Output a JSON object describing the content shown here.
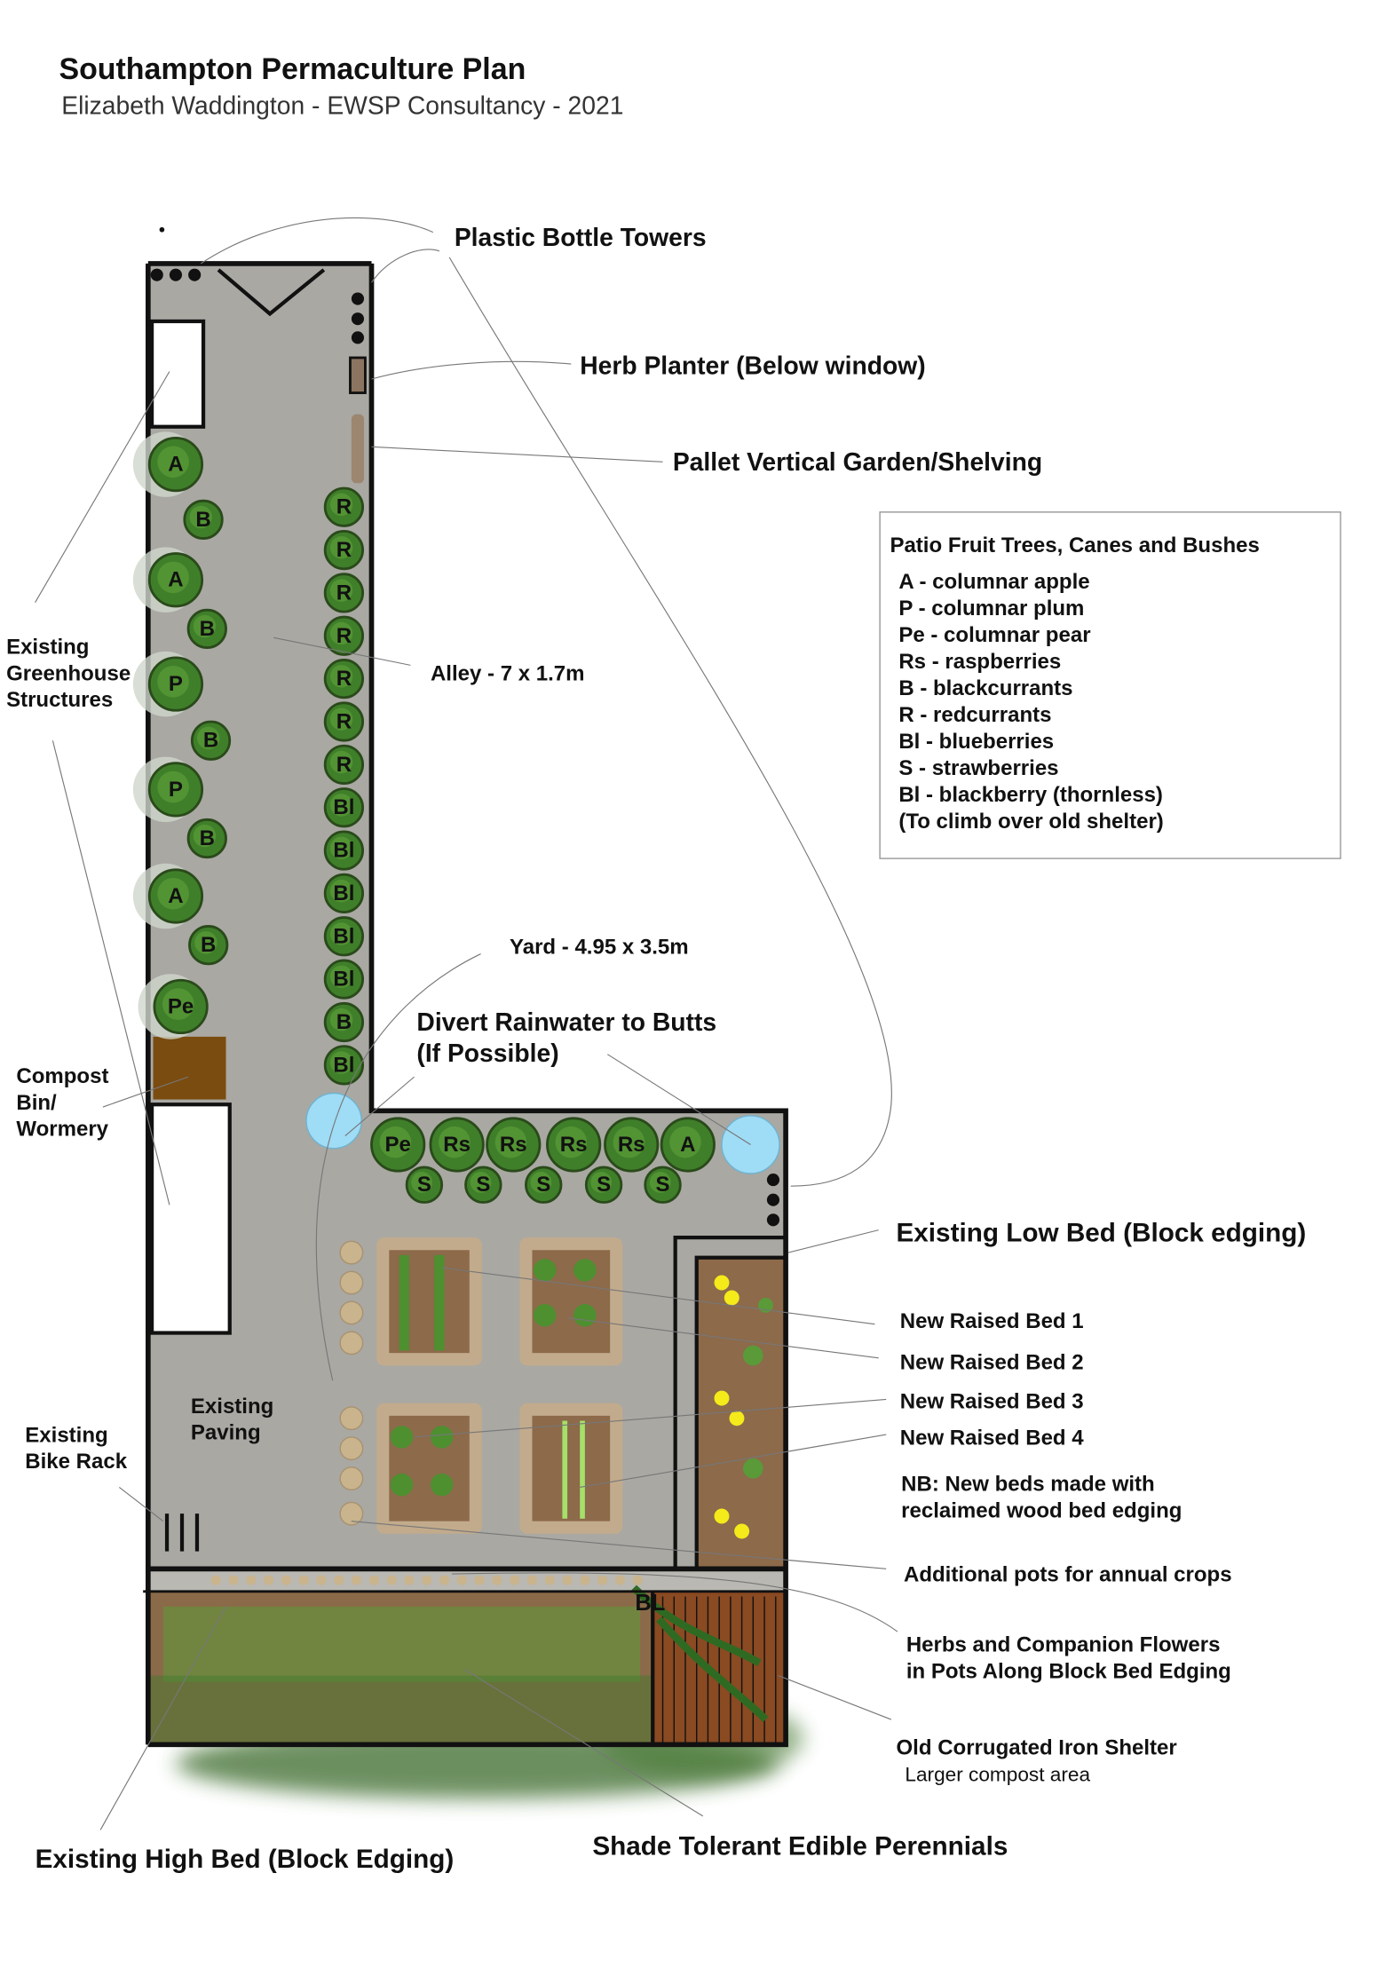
{
  "header": {
    "title": "Southampton Permaculture Plan",
    "subtitle": "Elizabeth Waddington - EWSP Consultancy - 2021"
  },
  "labels": {
    "bottle_towers": "Plastic Bottle Towers",
    "herb_planter": "Herb Planter (Below window)",
    "pallet": "Pallet Vertical Garden/Shelving",
    "alley": "Alley - 7 x 1.7m",
    "yard": "Yard - 4.95 x 3.5m",
    "divert": [
      "Divert Rainwater to Butts",
      "(If Possible)"
    ],
    "greenhouse": [
      "Existing",
      "Greenhouse",
      "Structures"
    ],
    "compost": [
      "Compost",
      "Bin/",
      "Wormery"
    ],
    "low_bed": "Existing Low Bed (Block edging)",
    "raised_beds": [
      "New Raised Bed 1",
      "New Raised Bed 2",
      "New Raised Bed 3",
      "New Raised Bed 4"
    ],
    "nb": [
      "NB: New beds made with",
      "reclaimed wood bed edging"
    ],
    "pots": "Additional pots for annual crops",
    "herbs": [
      "Herbs and Companion Flowers",
      "in Pots Along Block Bed Edging"
    ],
    "shelter": "Old Corrugated Iron Shelter",
    "shelter_sub": "Larger compost area",
    "high_bed": "Existing High Bed (Block Edging)",
    "shade": "Shade Tolerant Edible Perennials",
    "paving": [
      "Existing",
      "Paving"
    ],
    "bike": [
      "Existing",
      "Bike Rack"
    ],
    "bl": "BL"
  },
  "legend": {
    "title": "Patio Fruit Trees, Canes and Bushes",
    "items": [
      "A - columnar apple",
      "P - columnar plum",
      "Pe - columnar pear",
      "Rs - raspberries",
      "B - blackcurrants",
      "R - redcurrants",
      "Bl - blueberries",
      "S - strawberries",
      "Bl - blackberry (thornless)",
      "(To climb over old shelter)"
    ]
  },
  "plants": {
    "alley_left": [
      "A",
      "B",
      "A",
      "B",
      "P",
      "B",
      "P",
      "B",
      "A",
      "B",
      "Pe"
    ],
    "alley_right": [
      "R",
      "R",
      "R",
      "R",
      "R",
      "R",
      "R",
      "Bl",
      "Bl",
      "Bl",
      "Bl",
      "Bl",
      "B",
      "Bl"
    ],
    "yard_row": [
      "Pe",
      "Rs",
      "Rs",
      "Rs",
      "Rs",
      "A"
    ],
    "strawberries": [
      "S",
      "S",
      "S",
      "S",
      "S"
    ]
  },
  "colors": {
    "paving": "#a9a8a3",
    "plant": "#3f7f2a",
    "water_butt": "#9fdcf6",
    "soil": "#8c6a4a",
    "compost": "#7a4c10"
  }
}
